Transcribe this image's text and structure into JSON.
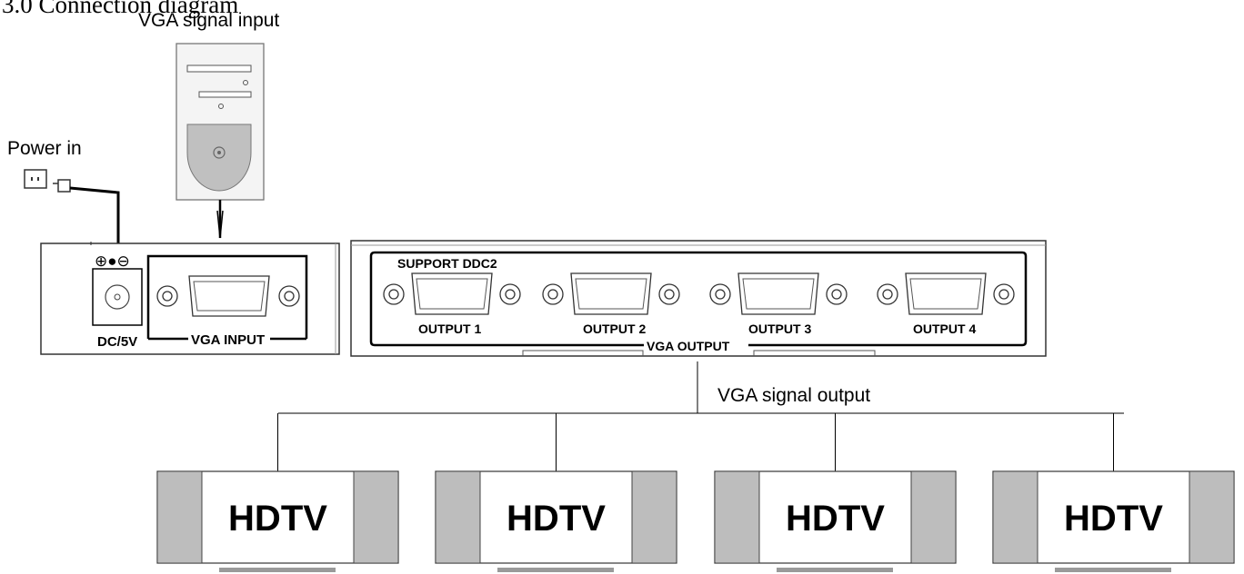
{
  "section_title": "3.0 Connection diagram",
  "labels": {
    "vga_signal_input": "VGA signal input",
    "power_in": "Power in",
    "vga_signal_output": "VGA signal output"
  },
  "input_panel": {
    "power_symbol": "⊕●⊖",
    "dc_label": "DC/5V",
    "vga_input_label": "VGA INPUT"
  },
  "output_panel": {
    "support_label": "SUPPORT DDC2",
    "group_label": "VGA OUTPUT",
    "outputs": [
      "OUTPUT 1",
      "OUTPUT 2",
      "OUTPUT 3",
      "OUTPUT 4"
    ]
  },
  "displays": [
    "HDTV",
    "HDTV",
    "HDTV",
    "HDTV"
  ]
}
